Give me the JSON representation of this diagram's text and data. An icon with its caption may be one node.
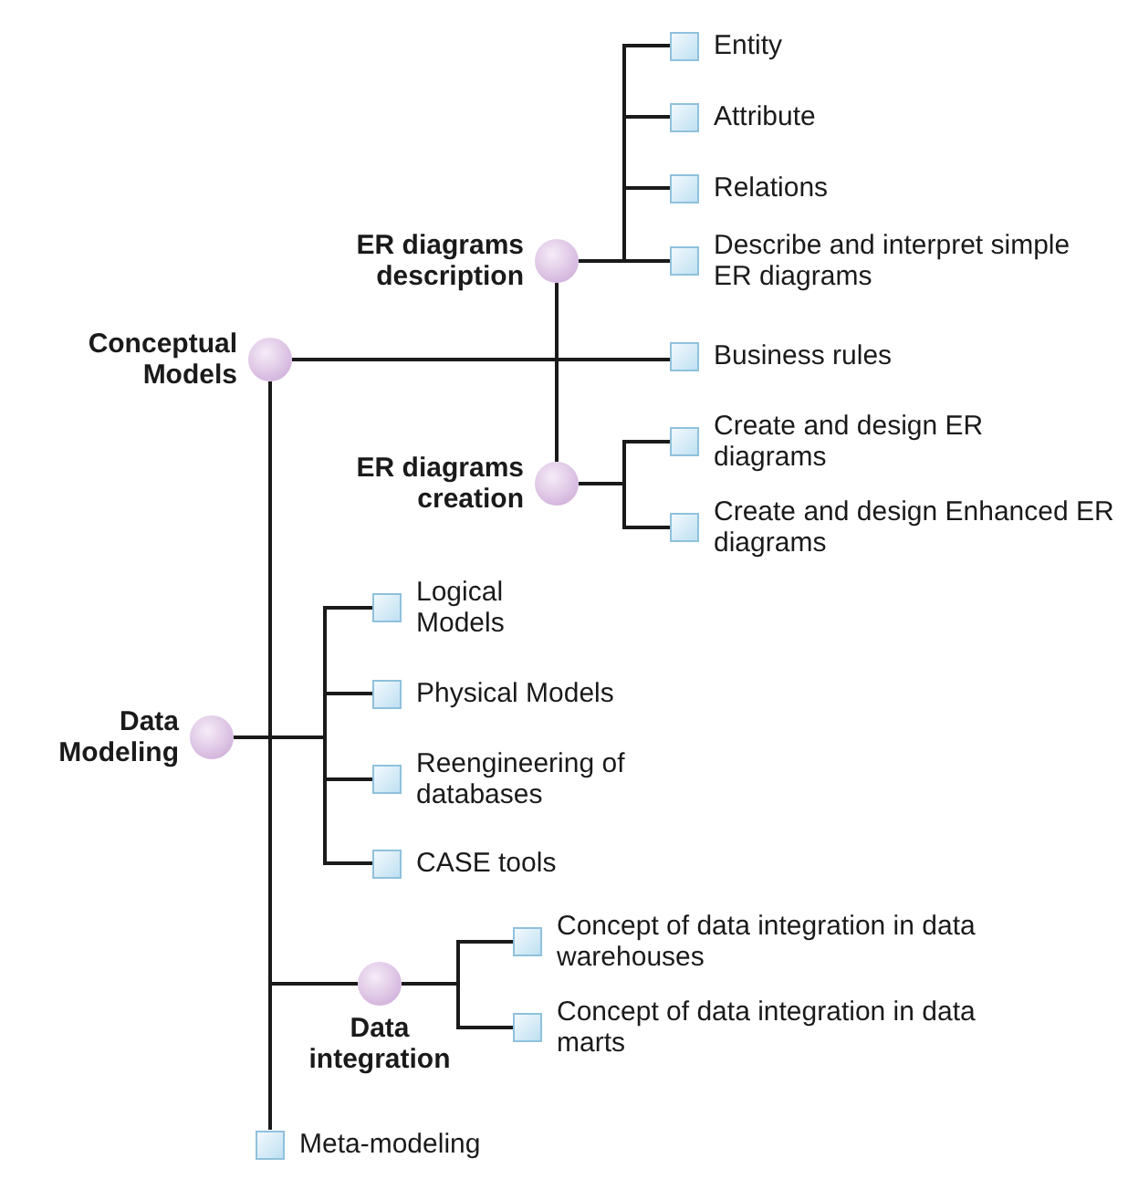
{
  "diagram": {
    "nodes": [
      {
        "text": [
          "Conceptual Models"
        ]
      },
      {
        "text": [
          "ER diagrams description"
        ]
      },
      {
        "text": [
          "Entity"
        ]
      },
      {
        "text": [
          "Attribute"
        ]
      },
      {
        "text": [
          "Relations"
        ]
      },
      {
        "text": [
          "Describe and interpret simple ER diagrams"
        ]
      },
      {
        "text": [
          "Business rules"
        ]
      },
      {
        "text": [
          "ER diagrams creation"
        ]
      },
      {
        "text": [
          "Create and design ER diagrams"
        ]
      },
      {
        "text": [
          "Create and design Enhanced ER diagrams"
        ]
      },
      {
        "text": [
          "Data Modeling"
        ]
      },
      {
        "text": [
          "Logical Models"
        ]
      },
      {
        "text": [
          "Physical Models"
        ]
      },
      {
        "text": [
          "Reengineering of databases"
        ]
      },
      {
        "text": [
          "CASE tools"
        ]
      },
      {
        "text": [
          "Data integration"
        ]
      },
      {
        "text": [
          "Concept of data integration in data warehouses"
        ]
      },
      {
        "text": [
          "Concept of data integration in data marts"
        ]
      },
      {
        "text": [
          "Meta-modeling"
        ]
      }
    ],
    "edges": [
      {
        "from": 0,
        "to": 6,
        "arrow": "none"
      },
      {
        "from": 1,
        "to": 2,
        "arrow": "none"
      },
      {
        "from": 1,
        "to": 3,
        "arrow": "none"
      },
      {
        "from": 1,
        "to": 4,
        "arrow": "none"
      },
      {
        "from": 1,
        "to": 5,
        "arrow": "none"
      },
      {
        "from": 1,
        "to": 7,
        "arrow": "none"
      },
      {
        "from": 7,
        "to": 8,
        "arrow": "none"
      },
      {
        "from": 7,
        "to": 9,
        "arrow": "none"
      },
      {
        "from": 0,
        "to": 15,
        "arrow": "none"
      },
      {
        "from": 0,
        "to": 18,
        "arrow": "none"
      },
      {
        "from": 10,
        "to": 11,
        "arrow": "none"
      },
      {
        "from": 10,
        "to": 12,
        "arrow": "none"
      },
      {
        "from": 10,
        "to": 13,
        "arrow": "none"
      },
      {
        "from": 10,
        "to": 14,
        "arrow": "none"
      },
      {
        "from": 15,
        "to": 16,
        "arrow": "none"
      },
      {
        "from": 15,
        "to": 17,
        "arrow": "none"
      }
    ]
  }
}
